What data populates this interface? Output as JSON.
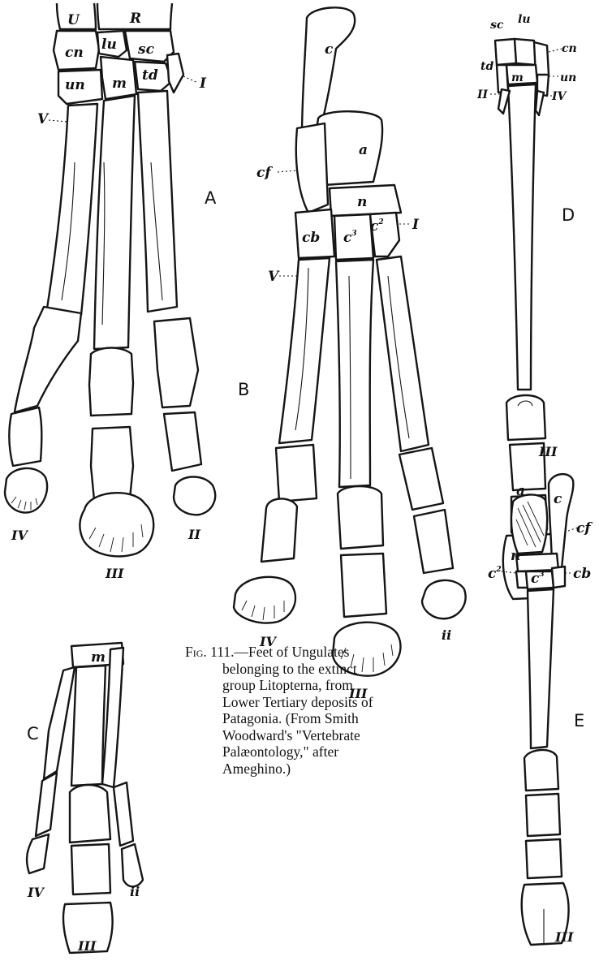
{
  "figure": {
    "panel_letters": [
      "A",
      "B",
      "C",
      "D",
      "E"
    ],
    "panel_a": {
      "bone_labels": [
        "U",
        "R",
        "cn",
        "lu",
        "sc",
        "un",
        "m",
        "td",
        "I",
        "V"
      ],
      "digit_labels": [
        "IV",
        "III",
        "II"
      ]
    },
    "panel_b": {
      "bone_labels": [
        "c",
        "a",
        "cf",
        "n",
        "cb",
        "c",
        "3",
        "c",
        "2",
        "I",
        "V"
      ],
      "digit_labels": [
        "IV",
        "III",
        "ii"
      ]
    },
    "panel_c": {
      "bone_labels": [
        "m"
      ],
      "digit_labels": [
        "IV",
        "III",
        "ii"
      ]
    },
    "panel_d": {
      "bone_labels": [
        "sc",
        "lu",
        "cn",
        "td",
        "un",
        "m",
        "II",
        "IV"
      ],
      "digit_labels": [
        "III"
      ]
    },
    "panel_e": {
      "bone_labels": [
        "c",
        "a",
        "cf",
        "n",
        "c",
        "2",
        "c",
        "3",
        "cb"
      ],
      "digit_labels": [
        "III"
      ]
    }
  },
  "caption": {
    "figure_number": "Fig. 111.",
    "lines": [
      "—Feet of Ungulates",
      "belonging to the extinct",
      "group Litopterna, from",
      "Lower Tertiary deposits of",
      "Patagonia. (From Smith",
      "Woodward's \"Vertebrate",
      "Palæontology,\" after",
      "Ameghino.)"
    ]
  }
}
